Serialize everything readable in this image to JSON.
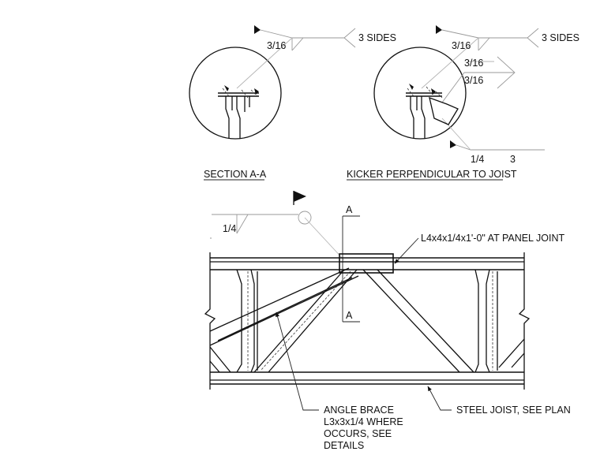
{
  "detail_a": {
    "weld_size": "3/16",
    "weld_note": "3 SIDES",
    "title": "SECTION A-A"
  },
  "detail_b": {
    "weld_size": "3/16",
    "weld_note": "3 SIDES",
    "weld_size_2": "3/16",
    "weld_size_3": "3/16",
    "fillet_size": "1/4",
    "fillet_length": "3",
    "title": "KICKER PERPENDICULAR TO JOIST"
  },
  "elevation": {
    "weld_size": "1/4",
    "section_mark_top": "A",
    "section_mark_bottom": "A",
    "angle_callout": "L4x4x1/4x1'-0\" AT PANEL JOINT",
    "brace_callout_lines": [
      "ANGLE BRACE",
      "L3x3x1/4 WHERE",
      "OCCURS, SEE",
      "DETAILS"
    ],
    "joist_callout": "STEEL JOIST, SEE PLAN"
  }
}
